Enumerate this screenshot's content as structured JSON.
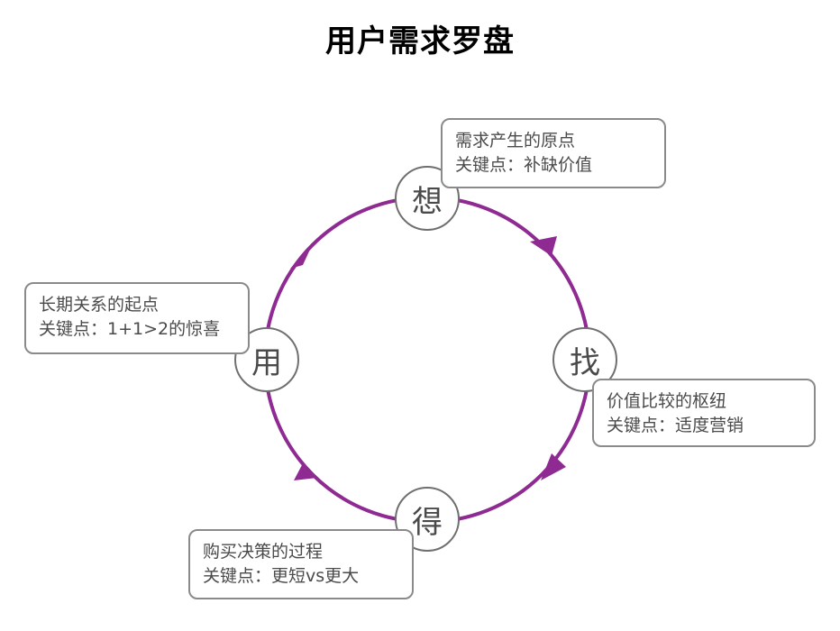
{
  "title": "用户需求罗盘",
  "colors": {
    "ring": "#8e2a92",
    "node_border": "#6f6f6f",
    "note_border": "#8a8a8a"
  },
  "nodes": {
    "top": "想",
    "right": "找",
    "bottom": "得",
    "left": "用"
  },
  "notes": {
    "top": {
      "line1": "需求产生的原点",
      "line2": "关键点：补缺价值"
    },
    "right": {
      "line1": "价值比较的枢纽",
      "line2": "关键点：适度营销"
    },
    "bottom": {
      "line1": "购买决策的过程",
      "line2": "关键点：更短vs更大"
    },
    "left": {
      "line1": "长期关系的起点",
      "line2": "关键点：1+1>2的惊喜"
    }
  }
}
